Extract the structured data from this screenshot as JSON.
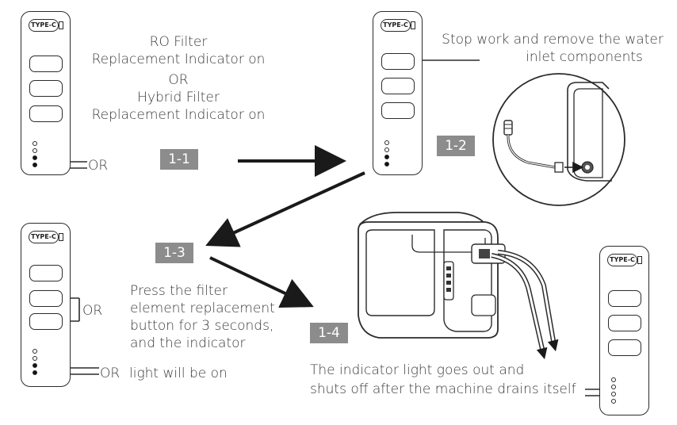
{
  "steps": {
    "s1": "1-1",
    "s2": "1-2",
    "s3": "1-3",
    "s4": "1-4"
  },
  "panel_labels": {
    "type_c": "TYPE-C"
  },
  "step1": {
    "line1": "RO Filter",
    "line2": "Replacement Indicator on",
    "line3": "OR",
    "line4": "Hybrid Filter",
    "line5": "Replacement Indicator  on",
    "or_label": "OR"
  },
  "step2": {
    "line1": "Stop work and remove the water",
    "line2": "inlet components"
  },
  "step3": {
    "line1": "Press the filter",
    "line2": "element replacement",
    "line3": "button for 3 seconds,",
    "line4": "and the indicator",
    "line5": "light will be on",
    "or_buttons": "OR",
    "or_leds": "OR"
  },
  "step4": {
    "line1": "The indicator light goes out and",
    "line2": "shuts off after the machine drains itself"
  },
  "colors": {
    "step_badge": "#8c8c8c",
    "line_art": "#2b2b2b",
    "text": "#3a3a3a"
  }
}
